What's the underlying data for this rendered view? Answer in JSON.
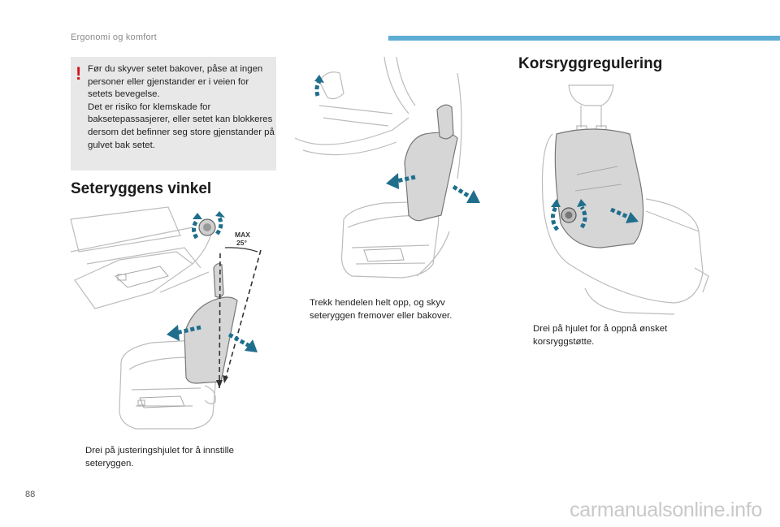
{
  "header": {
    "section": "Ergonomi og komfort"
  },
  "warning": {
    "paragraph1": "Før du skyver setet bakover, påse at ingen personer eller gjenstander er i veien for setets bevegelse.",
    "paragraph2": "Det er risiko for klemskade for baksetepassasjerer, eller setet kan blokkeres dersom det befinner seg store gjenstander på gulvet bak setet."
  },
  "seterygg": {
    "title": "Seteryggens vinkel",
    "figure_label_max": "MAX",
    "figure_label_angle": "25°",
    "caption": "Drei på justeringshjulet for å innstille seteryggen."
  },
  "lever": {
    "caption": "Trekk hendelen helt opp, og skyv seteryggen fremover eller bakover."
  },
  "korsrygg": {
    "title": "Korsryggregulering",
    "caption": "Drei på hjulet for å oppnå ønsket korsryggstøtte."
  },
  "footer": {
    "page_number": "88",
    "watermark": "carmanualsonline.info"
  },
  "icons": {
    "bullet": "",
    "warning": "!"
  },
  "colors": {
    "accent_bar": "#5eadd4",
    "warning_red": "#d2141e",
    "arrow_teal": "#1f6e8c"
  }
}
